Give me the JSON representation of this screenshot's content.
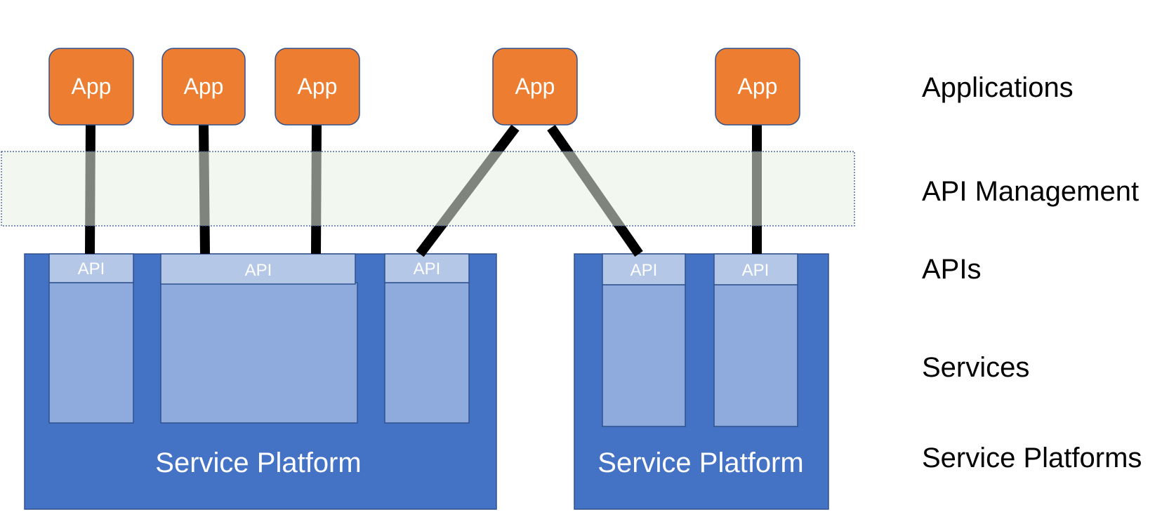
{
  "diagram": {
    "apps": [
      {
        "label": "App"
      },
      {
        "label": "App"
      },
      {
        "label": "App"
      },
      {
        "label": "App"
      },
      {
        "label": "App"
      }
    ],
    "platforms": [
      {
        "label": "Service Platform",
        "apis": [
          {
            "label": "API"
          },
          {
            "label": "API"
          },
          {
            "label": "API"
          }
        ]
      },
      {
        "label": "Service Platform",
        "apis": [
          {
            "label": "API"
          },
          {
            "label": "API"
          }
        ]
      }
    ],
    "layers": {
      "applications": "Applications",
      "api_management": "API Management",
      "apis": "APIs",
      "services": "Services",
      "service_platforms": "Service Platforms"
    },
    "colors": {
      "app": "#ED7D31",
      "platform": "#4472C4",
      "service": "#8FAADC",
      "api_header": "#B4C7E7",
      "management_band": "#EEF6EA",
      "connector": "#000000",
      "connector_in_management": "#6E786E"
    }
  }
}
